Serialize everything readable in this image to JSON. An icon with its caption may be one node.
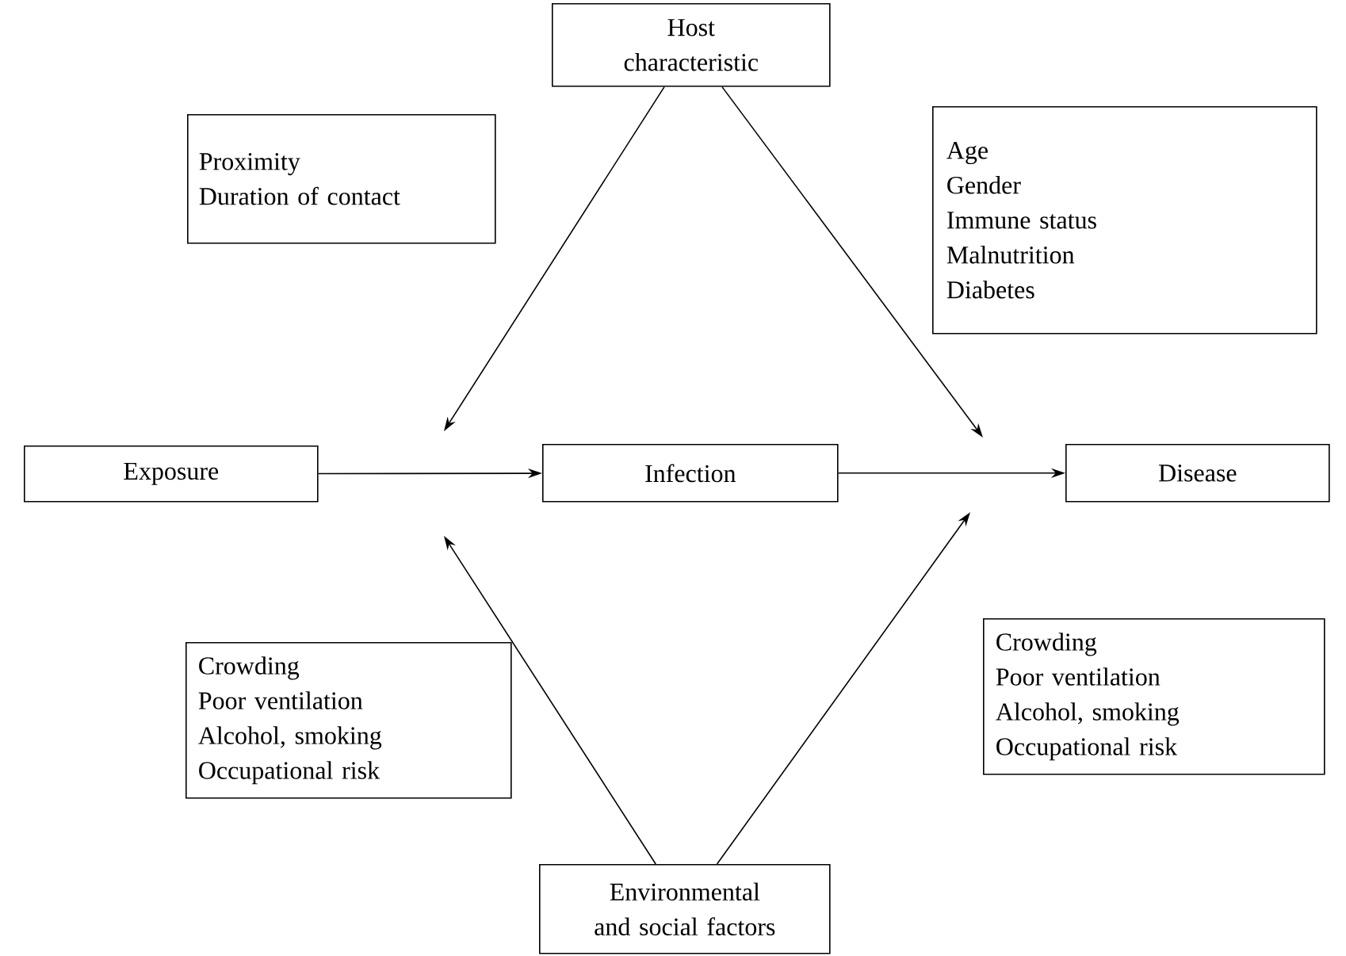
{
  "diagram": {
    "nodes": [
      {
        "text": [
          "Host characteristic"
        ]
      },
      {
        "text": [
          "Proximity",
          "Duration of contact"
        ]
      },
      {
        "text": [
          "Age",
          "Gender",
          "Immune status",
          "Malnutrition",
          "Diabetes"
        ]
      },
      {
        "text": [
          "Exposure"
        ]
      },
      {
        "text": [
          "Infection"
        ]
      },
      {
        "text": [
          "Disease"
        ]
      },
      {
        "text": [
          "Crowding",
          "Poor ventilation",
          "Alcohol, smoking",
          "Occupational risk"
        ]
      },
      {
        "text": [
          "Crowding",
          "Poor ventilation",
          "Alcohol, smoking",
          "Occupational risk"
        ]
      },
      {
        "text": [
          "Environmental and social factors"
        ]
      }
    ],
    "edges": [
      {
        "from": 3,
        "to": 4,
        "arrow": "to"
      },
      {
        "from": 4,
        "to": 5,
        "arrow": "to"
      },
      {
        "from": 0,
        "to": null,
        "arrow": "to"
      },
      {
        "from": 0,
        "to": null,
        "arrow": "to"
      },
      {
        "from": 8,
        "to": null,
        "arrow": "to"
      },
      {
        "from": 8,
        "to": null,
        "arrow": "to"
      }
    ]
  }
}
